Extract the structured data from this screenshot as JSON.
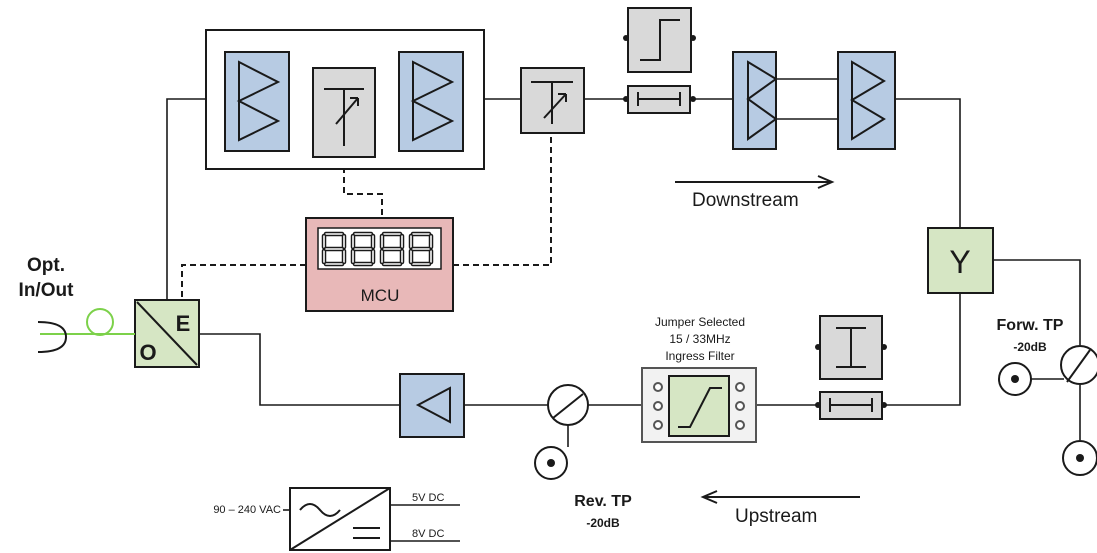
{
  "labels": {
    "opt_line1": "Opt.",
    "opt_line2": "In/Out",
    "oe_o": "O",
    "oe_e": "E",
    "mcu": "MCU",
    "downstream": "Downstream",
    "upstream": "Upstream",
    "forw_tp": "Forw. TP",
    "forw_tp_level": "-20dB",
    "rev_tp": "Rev. TP",
    "rev_tp_level": "-20dB",
    "jumper_line1": "Jumper Selected",
    "jumper_line2": "15 / 33MHz",
    "jumper_line3": "Ingress Filter",
    "psu_input": "90 – 240 VAC",
    "psu_out1": "5V DC",
    "psu_out2": "8V DC",
    "splitter": "Y"
  },
  "colors": {
    "amplifier": "#b7cbe3",
    "attenuator": "#d9d9d9",
    "mcu": "#e8b8b8",
    "green_block": "#d6e6c4",
    "fiber": "#7cd14a"
  }
}
